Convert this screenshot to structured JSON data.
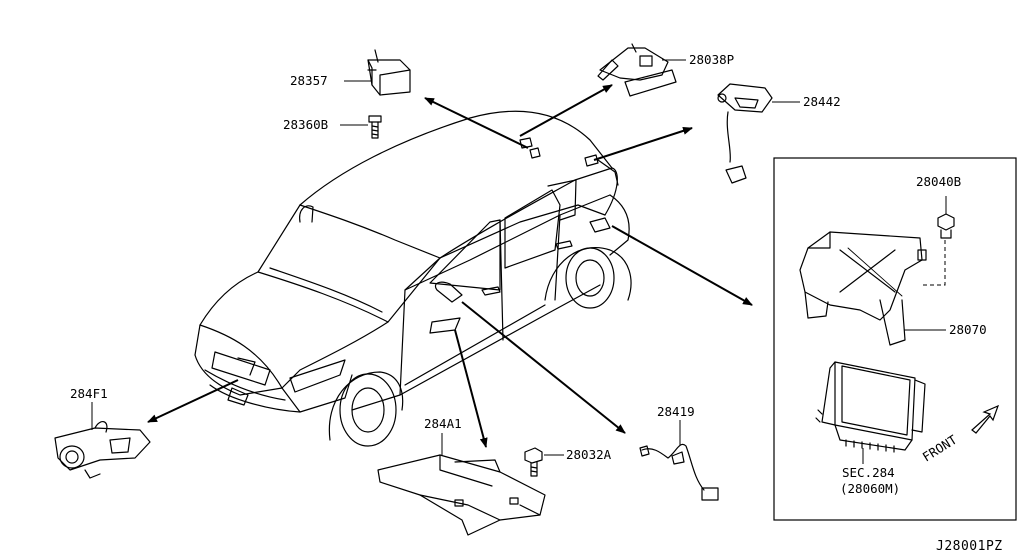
{
  "diagram_code": "J28001PZ",
  "parts": {
    "p28357": "28357",
    "p28360B": "28360B",
    "p28038P": "28038P",
    "p28442": "28442",
    "p28040B": "28040B",
    "p28070": "28070",
    "p284F1": "284F1",
    "p284A1": "284A1",
    "p28032A": "28032A",
    "p28419": "28419"
  },
  "inset": {
    "section_line1": "SEC.284",
    "section_line2": "(28060M)",
    "front_label": "FRONT"
  }
}
